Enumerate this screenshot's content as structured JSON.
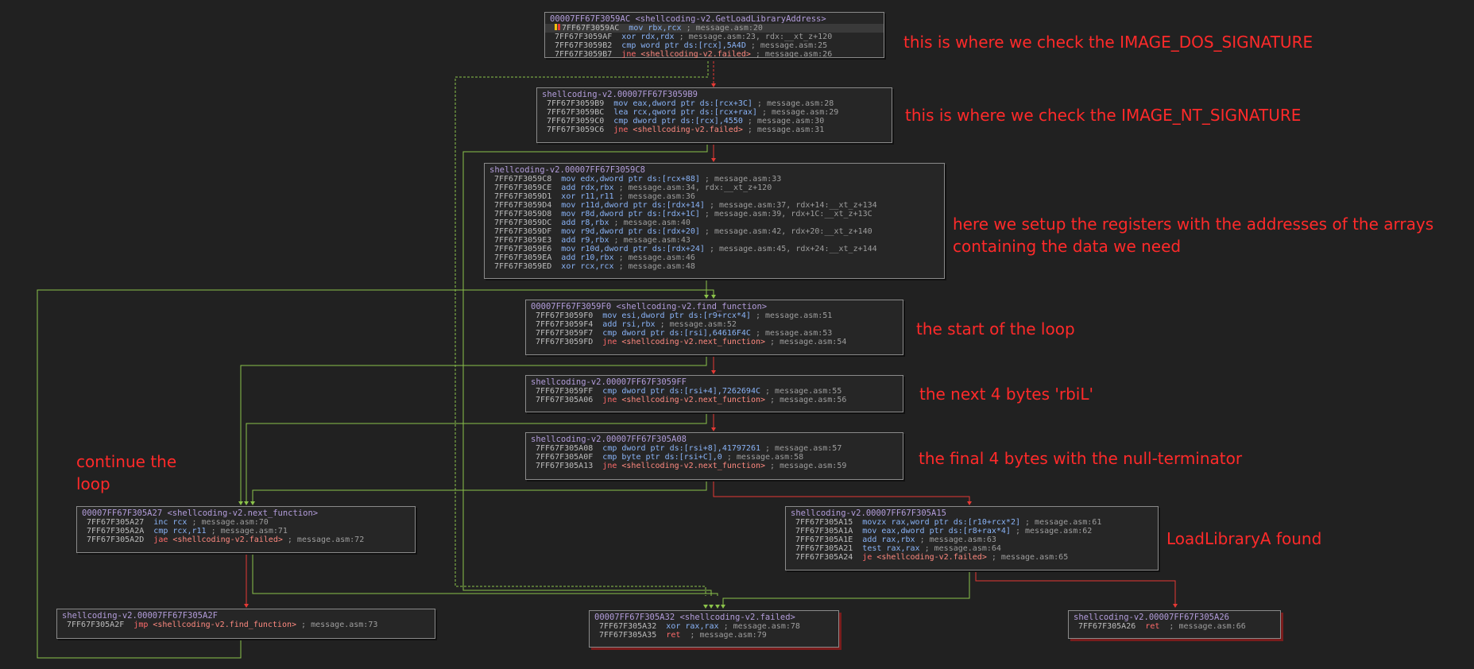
{
  "colors": {
    "background": "#212121",
    "header": "#b39ddb",
    "mnemonic": "#8ab4f8",
    "jump": "#ff6b6b",
    "annotation": "#ff2a2a",
    "edge_true": "#8bc34a",
    "edge_false": "#e53935"
  },
  "blocks": {
    "b1": {
      "header": "00007FF67F3059AC <shellcoding-v2.GetLoadLibraryAddress>",
      "rows": [
        {
          "addr": "7FF67F3059AC",
          "mn": "mov",
          "op": "rbx,rcx",
          "cm": " ; message.asm:20"
        },
        {
          "addr": "7FF67F3059AF",
          "mn": "xor",
          "op": "rdx,rdx",
          "cm": " ; message.asm:23, rdx:__xt_z+120"
        },
        {
          "addr": "7FF67F3059B2",
          "mn": "cmp",
          "op": "word ptr ds:[rcx],5A4D",
          "cm": " ; message.asm:25"
        },
        {
          "addr": "7FF67F3059B7",
          "mn": "jne",
          "op": "<shellcoding-v2.failed>",
          "cm": " ; message.asm:26"
        }
      ]
    },
    "b2": {
      "header": "shellcoding-v2.00007FF67F3059B9",
      "rows": [
        {
          "addr": "7FF67F3059B9",
          "mn": "mov",
          "op": "eax,dword ptr ds:[rcx+3C]",
          "cm": " ; message.asm:28"
        },
        {
          "addr": "7FF67F3059BC",
          "mn": "lea",
          "op": "rcx,qword ptr ds:[rcx+rax]",
          "cm": " ; message.asm:29"
        },
        {
          "addr": "7FF67F3059C0",
          "mn": "cmp",
          "op": "dword ptr ds:[rcx],4550",
          "cm": " ; message.asm:30"
        },
        {
          "addr": "7FF67F3059C6",
          "mn": "jne",
          "op": "<shellcoding-v2.failed>",
          "cm": " ; message.asm:31"
        }
      ]
    },
    "b3": {
      "header": "shellcoding-v2.00007FF67F3059C8",
      "rows": [
        {
          "addr": "7FF67F3059C8",
          "mn": "mov",
          "op": "edx,dword ptr ds:[rcx+88]",
          "cm": " ; message.asm:33"
        },
        {
          "addr": "7FF67F3059CE",
          "mn": "add",
          "op": "rdx,rbx",
          "cm": " ; message.asm:34, rdx:__xt_z+120"
        },
        {
          "addr": "7FF67F3059D1",
          "mn": "xor",
          "op": "r11,r11",
          "cm": " ; message.asm:36"
        },
        {
          "addr": "7FF67F3059D4",
          "mn": "mov",
          "op": "r11d,dword ptr ds:[rdx+14]",
          "cm": " ; message.asm:37, rdx+14:__xt_z+134"
        },
        {
          "addr": "7FF67F3059D8",
          "mn": "mov",
          "op": "r8d,dword ptr ds:[rdx+1C]",
          "cm": " ; message.asm:39, rdx+1C:__xt_z+13C"
        },
        {
          "addr": "7FF67F3059DC",
          "mn": "add",
          "op": "r8,rbx",
          "cm": " ; message.asm:40"
        },
        {
          "addr": "7FF67F3059DF",
          "mn": "mov",
          "op": "r9d,dword ptr ds:[rdx+20]",
          "cm": " ; message.asm:42, rdx+20:__xt_z+140"
        },
        {
          "addr": "7FF67F3059E3",
          "mn": "add",
          "op": "r9,rbx",
          "cm": " ; message.asm:43"
        },
        {
          "addr": "7FF67F3059E6",
          "mn": "mov",
          "op": "r10d,dword ptr ds:[rdx+24]",
          "cm": " ; message.asm:45, rdx+24:__xt_z+144"
        },
        {
          "addr": "7FF67F3059EA",
          "mn": "add",
          "op": "r10,rbx",
          "cm": " ; message.asm:46"
        },
        {
          "addr": "7FF67F3059ED",
          "mn": "xor",
          "op": "rcx,rcx",
          "cm": " ; message.asm:48"
        }
      ]
    },
    "b4": {
      "header": "00007FF67F3059F0 <shellcoding-v2.find_function>",
      "rows": [
        {
          "addr": "7FF67F3059F0",
          "mn": "mov",
          "op": "esi,dword ptr ds:[r9+rcx*4]",
          "cm": " ; message.asm:51"
        },
        {
          "addr": "7FF67F3059F4",
          "mn": "add",
          "op": "rsi,rbx",
          "cm": " ; message.asm:52"
        },
        {
          "addr": "7FF67F3059F7",
          "mn": "cmp",
          "op": "dword ptr ds:[rsi],64616F4C",
          "cm": " ; message.asm:53"
        },
        {
          "addr": "7FF67F3059FD",
          "mn": "jne",
          "op": "<shellcoding-v2.next_function>",
          "cm": " ; message.asm:54"
        }
      ]
    },
    "b5": {
      "header": "shellcoding-v2.00007FF67F3059FF",
      "rows": [
        {
          "addr": "7FF67F3059FF",
          "mn": "cmp",
          "op": "dword ptr ds:[rsi+4],7262694C",
          "cm": " ; message.asm:55"
        },
        {
          "addr": "7FF67F305A06",
          "mn": "jne",
          "op": "<shellcoding-v2.next_function>",
          "cm": " ; message.asm:56"
        }
      ]
    },
    "b6": {
      "header": "shellcoding-v2.00007FF67F305A08",
      "rows": [
        {
          "addr": "7FF67F305A08",
          "mn": "cmp",
          "op": "dword ptr ds:[rsi+8],41797261",
          "cm": " ; message.asm:57"
        },
        {
          "addr": "7FF67F305A0F",
          "mn": "cmp",
          "op": "byte ptr ds:[rsi+C],0",
          "cm": " ; message.asm:58"
        },
        {
          "addr": "7FF67F305A13",
          "mn": "jne",
          "op": "<shellcoding-v2.next_function>",
          "cm": " ; message.asm:59"
        }
      ]
    },
    "b7": {
      "header": "00007FF67F305A27 <shellcoding-v2.next_function>",
      "rows": [
        {
          "addr": "7FF67F305A27",
          "mn": "inc",
          "op": "rcx",
          "cm": " ; message.asm:70"
        },
        {
          "addr": "7FF67F305A2A",
          "mn": "cmp",
          "op": "rcx,r11",
          "cm": " ; message.asm:71"
        },
        {
          "addr": "7FF67F305A2D",
          "mn": "jae",
          "op": "<shellcoding-v2.failed>",
          "cm": " ; message.asm:72"
        }
      ]
    },
    "b8": {
      "header": "shellcoding-v2.00007FF67F305A15",
      "rows": [
        {
          "addr": "7FF67F305A15",
          "mn": "movzx",
          "op": "rax,word ptr ds:[r10+rcx*2]",
          "cm": " ; message.asm:61"
        },
        {
          "addr": "7FF67F305A1A",
          "mn": "mov",
          "op": "eax,dword ptr ds:[r8+rax*4]",
          "cm": " ; message.asm:62"
        },
        {
          "addr": "7FF67F305A1E",
          "mn": "add",
          "op": "rax,rbx",
          "cm": " ; message.asm:63"
        },
        {
          "addr": "7FF67F305A21",
          "mn": "test",
          "op": "rax,rax",
          "cm": " ; message.asm:64"
        },
        {
          "addr": "7FF67F305A24",
          "mn": "je",
          "op": "<shellcoding-v2.failed>",
          "cm": " ; message.asm:65"
        }
      ]
    },
    "b9": {
      "header": "shellcoding-v2.00007FF67F305A2F",
      "rows": [
        {
          "addr": "7FF67F305A2F",
          "mn": "jmp",
          "op": "<shellcoding-v2.find_function>",
          "cm": " ; message.asm:73"
        }
      ]
    },
    "b10": {
      "header": "00007FF67F305A32 <shellcoding-v2.failed>",
      "rows": [
        {
          "addr": "7FF67F305A32",
          "mn": "xor",
          "op": "rax,rax",
          "cm": " ; message.asm:78"
        },
        {
          "addr": "7FF67F305A35",
          "mn": "ret",
          "op": "",
          "cm": "  ; message.asm:79"
        }
      ]
    },
    "b11": {
      "header": "shellcoding-v2.00007FF67F305A26",
      "rows": [
        {
          "addr": "7FF67F305A26",
          "mn": "ret",
          "op": "",
          "cm": "  ; message.asm:66"
        }
      ]
    }
  },
  "notes": {
    "dos": "this is where we check the IMAGE_DOS_SIGNATURE",
    "nt": "this is where we check the IMAGE_NT_SIGNATURE",
    "setup_line1": "here we setup the registers with the addresses of the arrays",
    "setup_line2": "containing the data we need",
    "loop_start": "the start of the loop",
    "next4": "the next 4 bytes 'rbiL'",
    "final4": "the final 4 bytes with the null-terminator",
    "continue_line1": "continue the",
    "continue_line2": "loop",
    "found": "LoadLibraryA found"
  }
}
